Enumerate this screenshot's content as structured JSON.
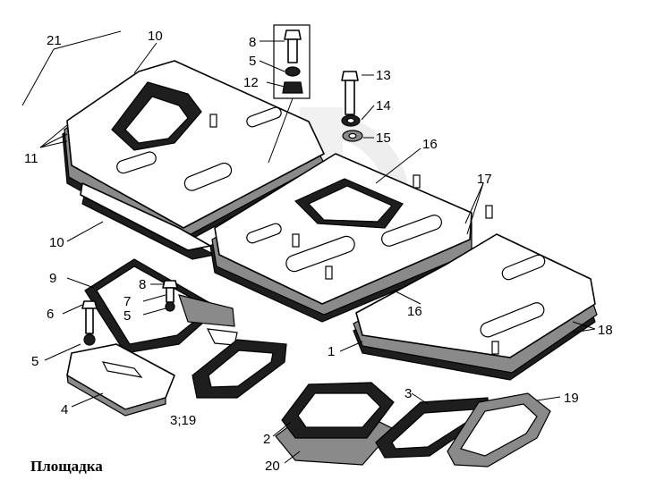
{
  "title": "Площадка",
  "watermark": "details",
  "colors": {
    "line": "#000000",
    "fill_light": "#ffffff",
    "fill_dark": "#1e1e1e",
    "fill_grey": "#8a8a8a",
    "watermark": "#d6d6d6"
  },
  "callouts": {
    "c21": "21",
    "c10_top": "10",
    "c11": "11",
    "c10_bottom": "10",
    "c8_top": "8",
    "c5_top": "5",
    "c12": "12",
    "c13": "13",
    "c14": "14",
    "c15": "15",
    "c16_top": "16",
    "c17": "17",
    "c16_bottom": "16",
    "c18": "18",
    "c1": "1",
    "c9": "9",
    "c8_mid": "8",
    "c7": "7",
    "c5_mid": "5",
    "c6": "6",
    "c5_left": "5",
    "c4": "4",
    "c3_19": "3;19",
    "c3": "3",
    "c19": "19",
    "c2": "2",
    "c20": "20"
  }
}
